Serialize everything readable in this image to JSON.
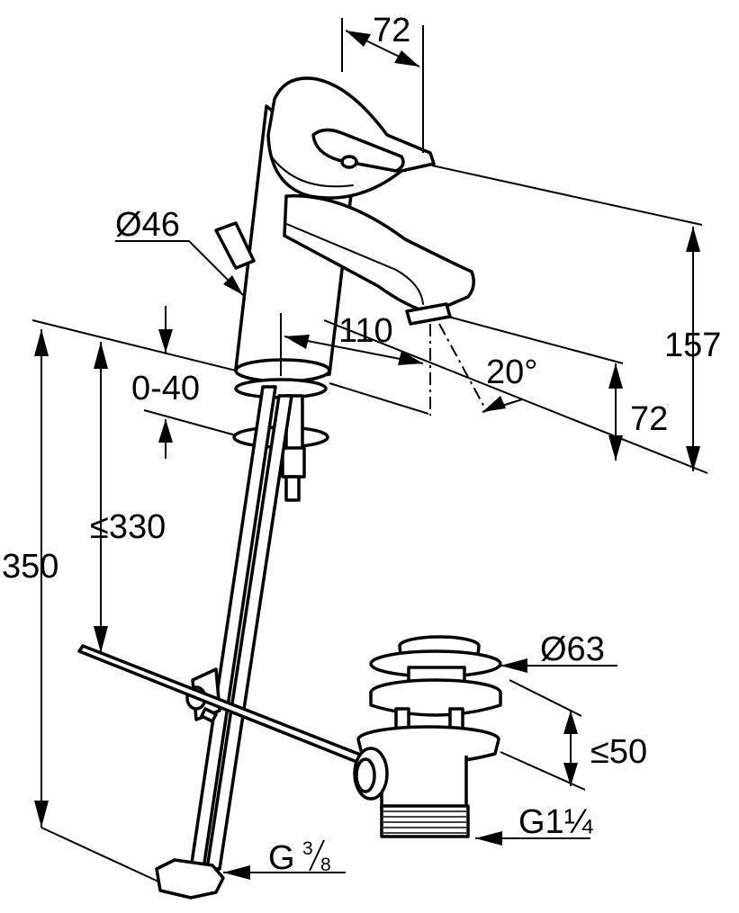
{
  "dimensions": {
    "lever_depth": "72",
    "body_diameter": "Ø46",
    "spout_projection": "110",
    "spout_angle": "20°",
    "deck_thickness": "0-40",
    "total_height": "157",
    "spout_height": "72",
    "hose_length": "≤330",
    "overall_length": "350",
    "waste_diameter": "Ø63",
    "waste_stroke": "≤50",
    "waste_thread": "G1¼",
    "connection_thread_prefix": "G",
    "connection_thread_num": "3",
    "connection_thread_den": "8"
  }
}
